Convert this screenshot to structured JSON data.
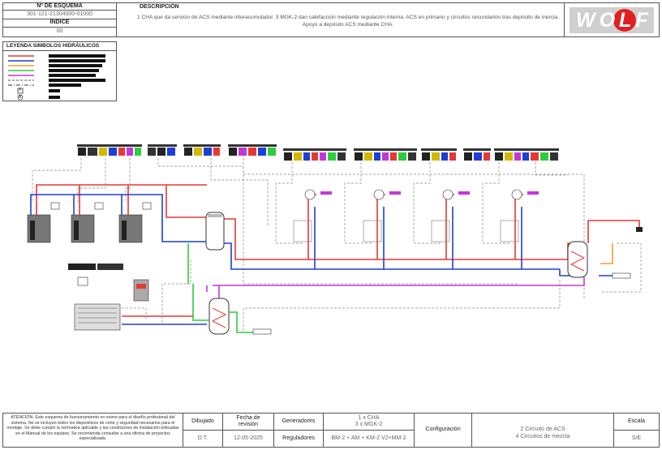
{
  "header": {
    "schema_label": "Nº DE ESQUEMA",
    "schema_number": "301-121-21304000-01000",
    "index_label": "ÍNDICE",
    "index_value": "00",
    "description_label": "DESCRIPCIÓN",
    "description_text": "1 CHA que da servicio de ACS mediante interacumulador. 3 MGK-2 dan  calefacción mediante regulación interna. ACS en primario y circuitos secundarios tras depósito de inercia. Apoyo a depósito ACS mediante  CHA.",
    "logo_text": "WOLF"
  },
  "legend": {
    "title": "LEYENDA SIMBOLOS HIDRÁULICOS",
    "line_colors": [
      "#e53935",
      "#1e3fd6",
      "#f0a030",
      "#2ecc40",
      "#c238d6",
      "#555555",
      "#333333"
    ],
    "symbols": [
      "X",
      "A"
    ]
  },
  "footer": {
    "warning": "ATENCIÓN: Este esquema de funcionamiento no exime para el diseño profesional del sistema. No se incluyen todos los dispositivos de corte y seguridad necesarios para el montaje. Se debe cumplir la normativa aplicable y las condiciones de instalación indicadas en el Manual de los equipos. Se recomienda consultar a una oficina de proyectos especializada.",
    "drawn_label": "Dibujado",
    "drawn_value": "D.T.",
    "date_label": "Fecha de revisión",
    "date_value": "12-05-2025",
    "generators_label": "Generadores",
    "generators_value_1": "1 x CHA",
    "generators_value_2": "3 x MGK-2",
    "regulators_label": "Reguladores",
    "regulators_value": "BM-2 + AM + KM-2 V2+MM-2",
    "config_label": "Configuración",
    "config_value_1": "2 Circuito de ACS",
    "config_value_2": "4 Circuitos de mezcla",
    "scale_label": "Escala",
    "scale_value": "S/E"
  },
  "colors": {
    "supply": "#e53935",
    "return": "#1e3fd6",
    "dhw": "#c238d6",
    "cold": "#2ecc40",
    "aux": "#f0a030",
    "control": "#888888"
  }
}
